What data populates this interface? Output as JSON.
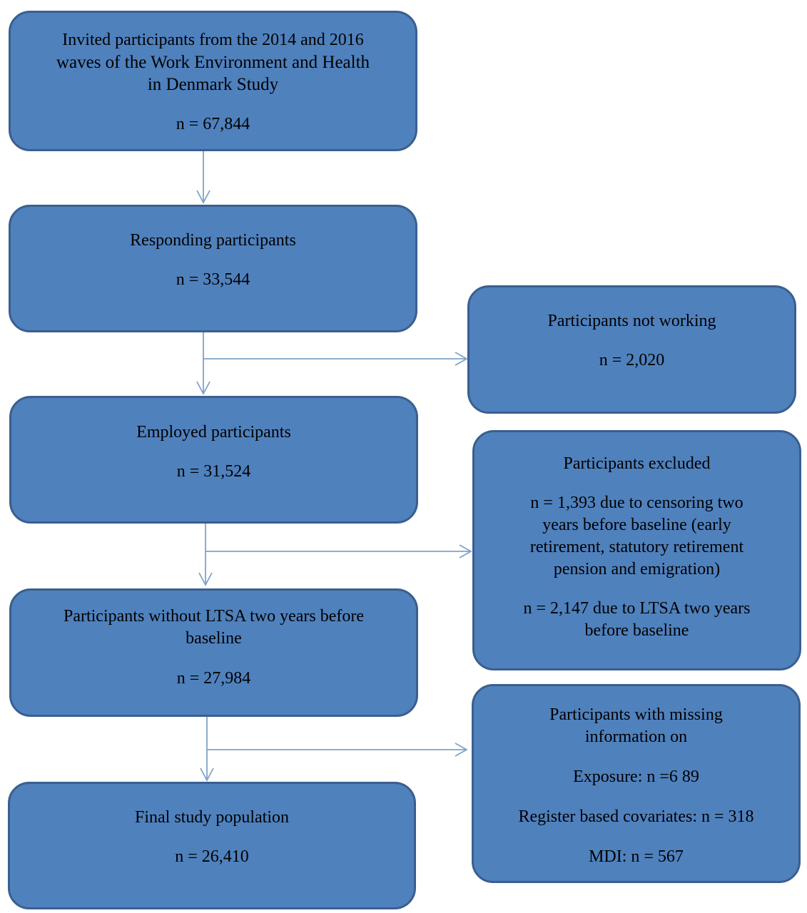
{
  "boxes": {
    "invited": {
      "title_line1": "Invited participants from the 2014 and 2016",
      "title_line2": "waves of the Work Environment and Health",
      "title_line3": "in Denmark Study",
      "n": "n = 67,844"
    },
    "responding": {
      "title": "Responding participants",
      "n": "n = 33,544"
    },
    "not_working": {
      "title": "Participants not working",
      "n": "n = 2,020"
    },
    "employed": {
      "title": "Employed participants",
      "n": "n = 31,524"
    },
    "excluded": {
      "title": "Participants excluded",
      "reason1_line1": "n = 1,393 due to censoring two",
      "reason1_line2": "years before baseline (early",
      "reason1_line3": "retirement, statutory retirement",
      "reason1_line4": "pension and emigration)",
      "reason2_line1": "n = 2,147 due to LTSA two years",
      "reason2_line2": "before baseline"
    },
    "without_ltsa": {
      "title_line1": "Participants without LTSA two years before",
      "title_line2": "baseline",
      "n": "n = 27,984"
    },
    "missing": {
      "title_line1": "Participants with missing",
      "title_line2": "information on",
      "exposure": "Exposure: n =6 89",
      "register": "Register based covariates: n = 318",
      "mdi": "MDI: n = 567"
    },
    "final": {
      "title": "Final study population",
      "n": "n = 26,410"
    }
  },
  "colors": {
    "box_fill": "#4f81bd",
    "box_border": "#3a5f8f",
    "arrow": "#7fa3c8"
  }
}
